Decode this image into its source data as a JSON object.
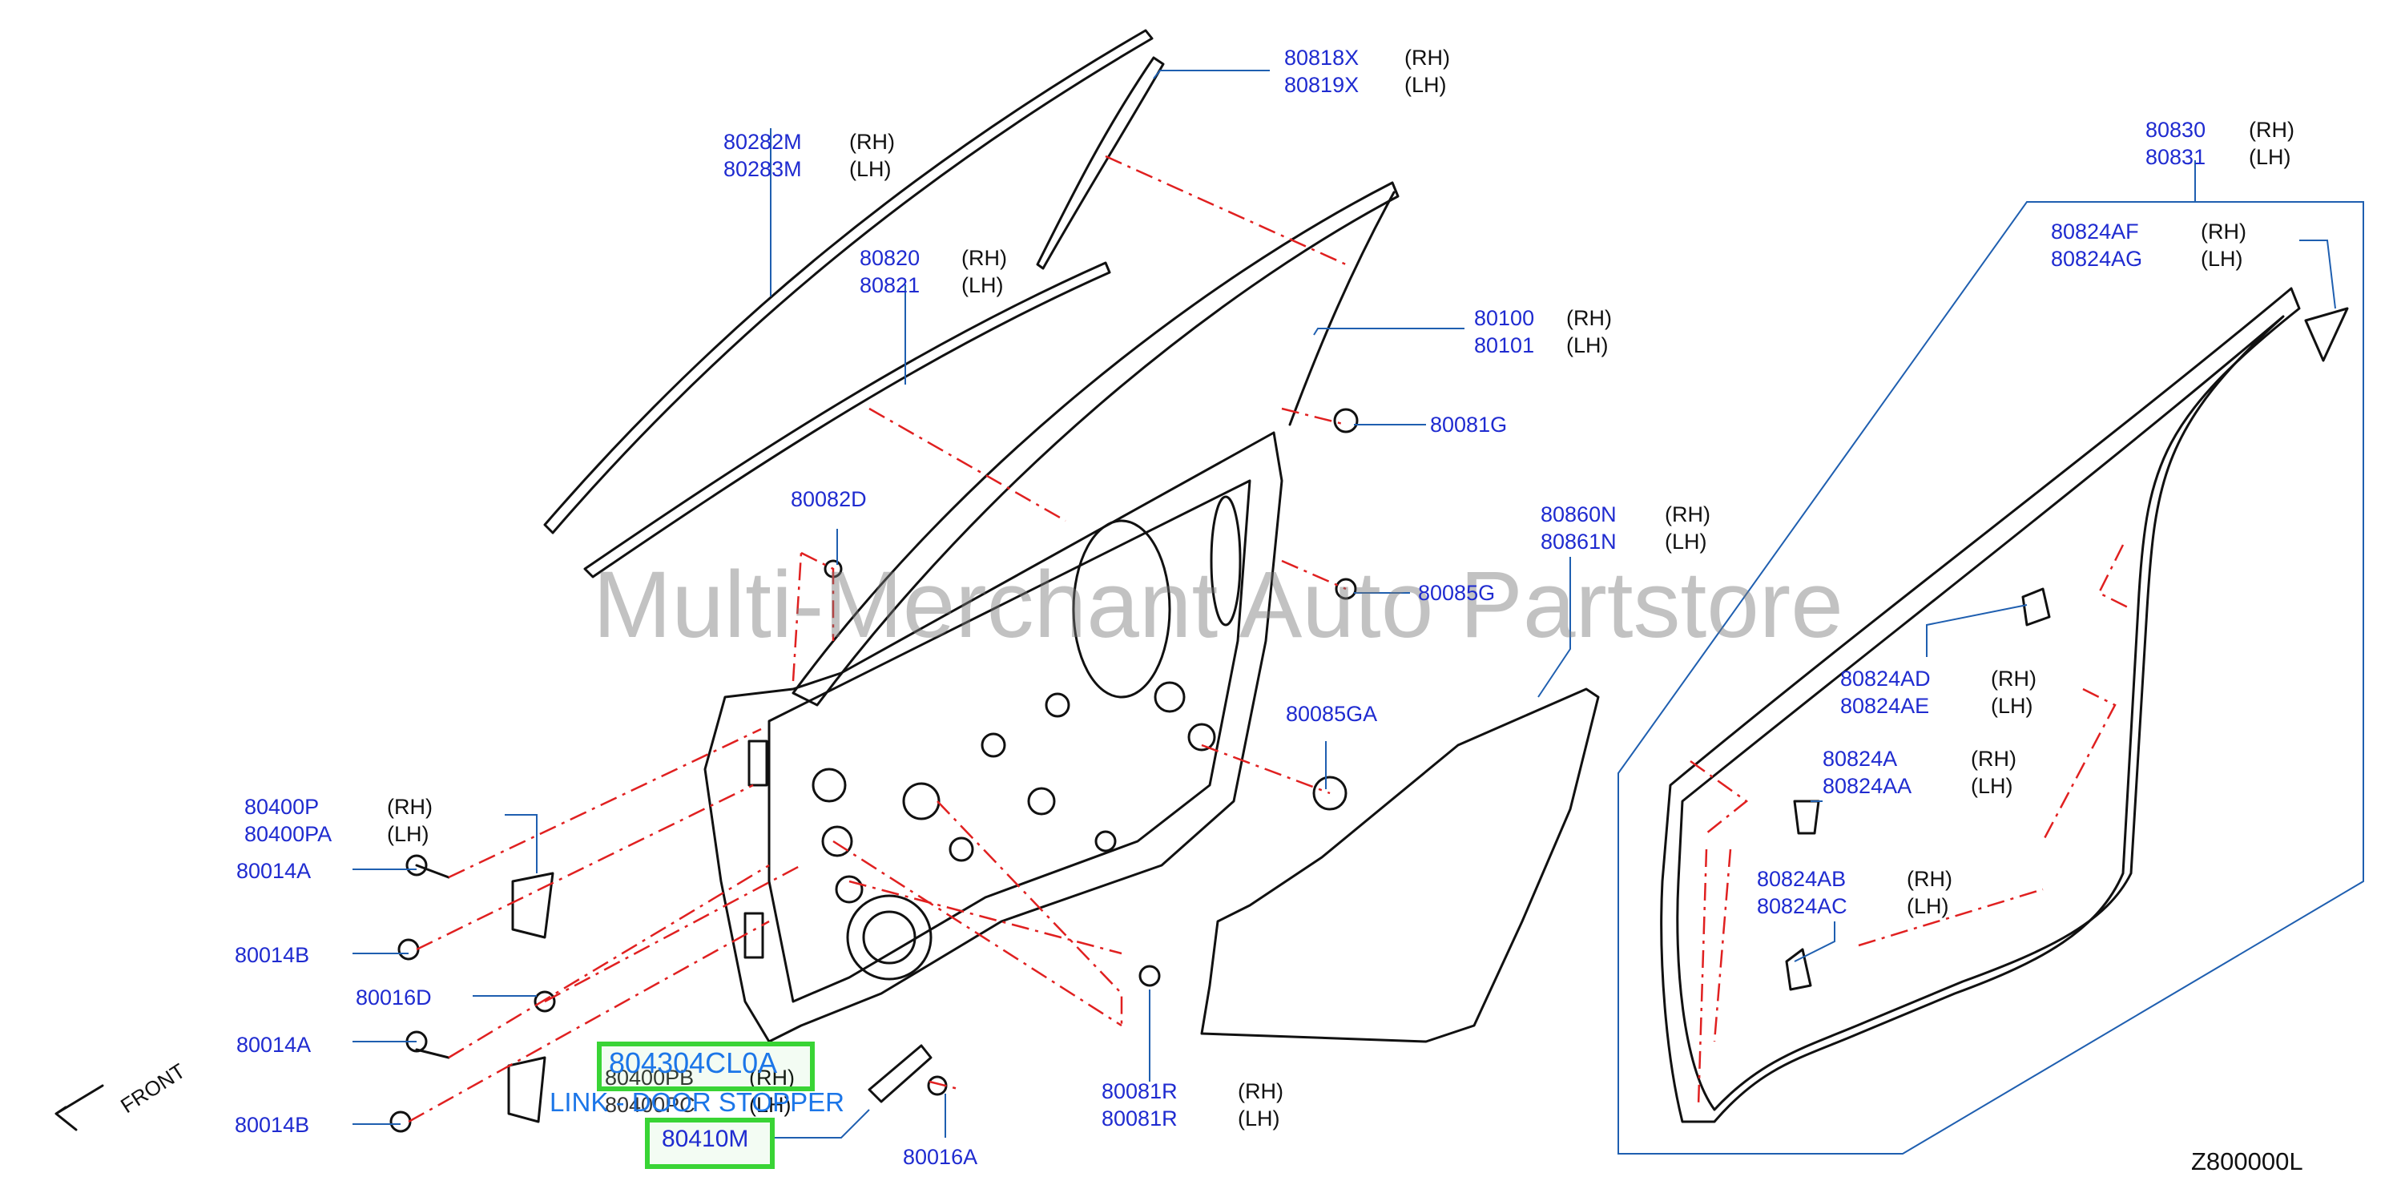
{
  "watermark": "Multi-Merchant Auto Partstore",
  "diagram_code": "Z800000L",
  "front_label": "FRONT",
  "callouts": [
    {
      "id": "80818X",
      "part": "80818X",
      "side": "(RH)",
      "part2": "80819X",
      "side2": "(LH)"
    },
    {
      "id": "80282M",
      "part": "80282M",
      "side": "(RH)",
      "part2": "80283M",
      "side2": "(LH)"
    },
    {
      "id": "80820",
      "part": "80820",
      "side": "(RH)",
      "part2": "80821",
      "side2": "(LH)"
    },
    {
      "id": "80100",
      "part": "80100",
      "side": "(RH)",
      "part2": "80101",
      "side2": "(LH)"
    },
    {
      "id": "80830",
      "part": "80830",
      "side": "(RH)",
      "part2": "80831",
      "side2": "(LH)"
    },
    {
      "id": "80824AF",
      "part": "80824AF",
      "side": "(RH)",
      "part2": "80824AG",
      "side2": "(LH)"
    },
    {
      "id": "80860N",
      "part": "80860N",
      "side": "(RH)",
      "part2": "80861N",
      "side2": "(LH)"
    },
    {
      "id": "80824AD",
      "part": "80824AD",
      "side": "(RH)",
      "part2": "80824AE",
      "side2": "(LH)"
    },
    {
      "id": "80824A",
      "part": "80824A",
      "side": "(RH)",
      "part2": "80824AA",
      "side2": "(LH)"
    },
    {
      "id": "80824AB",
      "part": "80824AB",
      "side": "(RH)",
      "part2": "80824AC",
      "side2": "(LH)"
    },
    {
      "id": "80400P",
      "part": "80400P",
      "side": "(RH)",
      "part2": "80400PA",
      "side2": "(LH)"
    },
    {
      "id": "80081R",
      "part": "80081R",
      "side": "(RH)",
      "part2": "80081R",
      "side2": "(LH)"
    },
    {
      "id": "80400PB",
      "part": "80400PB",
      "side": "(RH)",
      "part2": "80400PC",
      "side2": "(LH)"
    }
  ],
  "singles": {
    "p80081G": "80081G",
    "p80082D": "80082D",
    "p80085G": "80085G",
    "p80085GA": "80085GA",
    "p80014A_top": "80014A",
    "p80014B_top": "80014B",
    "p80016D": "80016D",
    "p80014A_bot": "80014A",
    "p80014B_bot": "80014B",
    "p80016A": "80016A"
  },
  "highlights": {
    "part_number": "804304CL0A",
    "description": "LINK - DOOR STOPPER",
    "boxed_part": "80410M",
    "highlight_color": "#39d435"
  },
  "colors": {
    "part_number": "#1f2bd0",
    "leader_line": "#1f5fb0",
    "dash_line": "#e02020"
  }
}
